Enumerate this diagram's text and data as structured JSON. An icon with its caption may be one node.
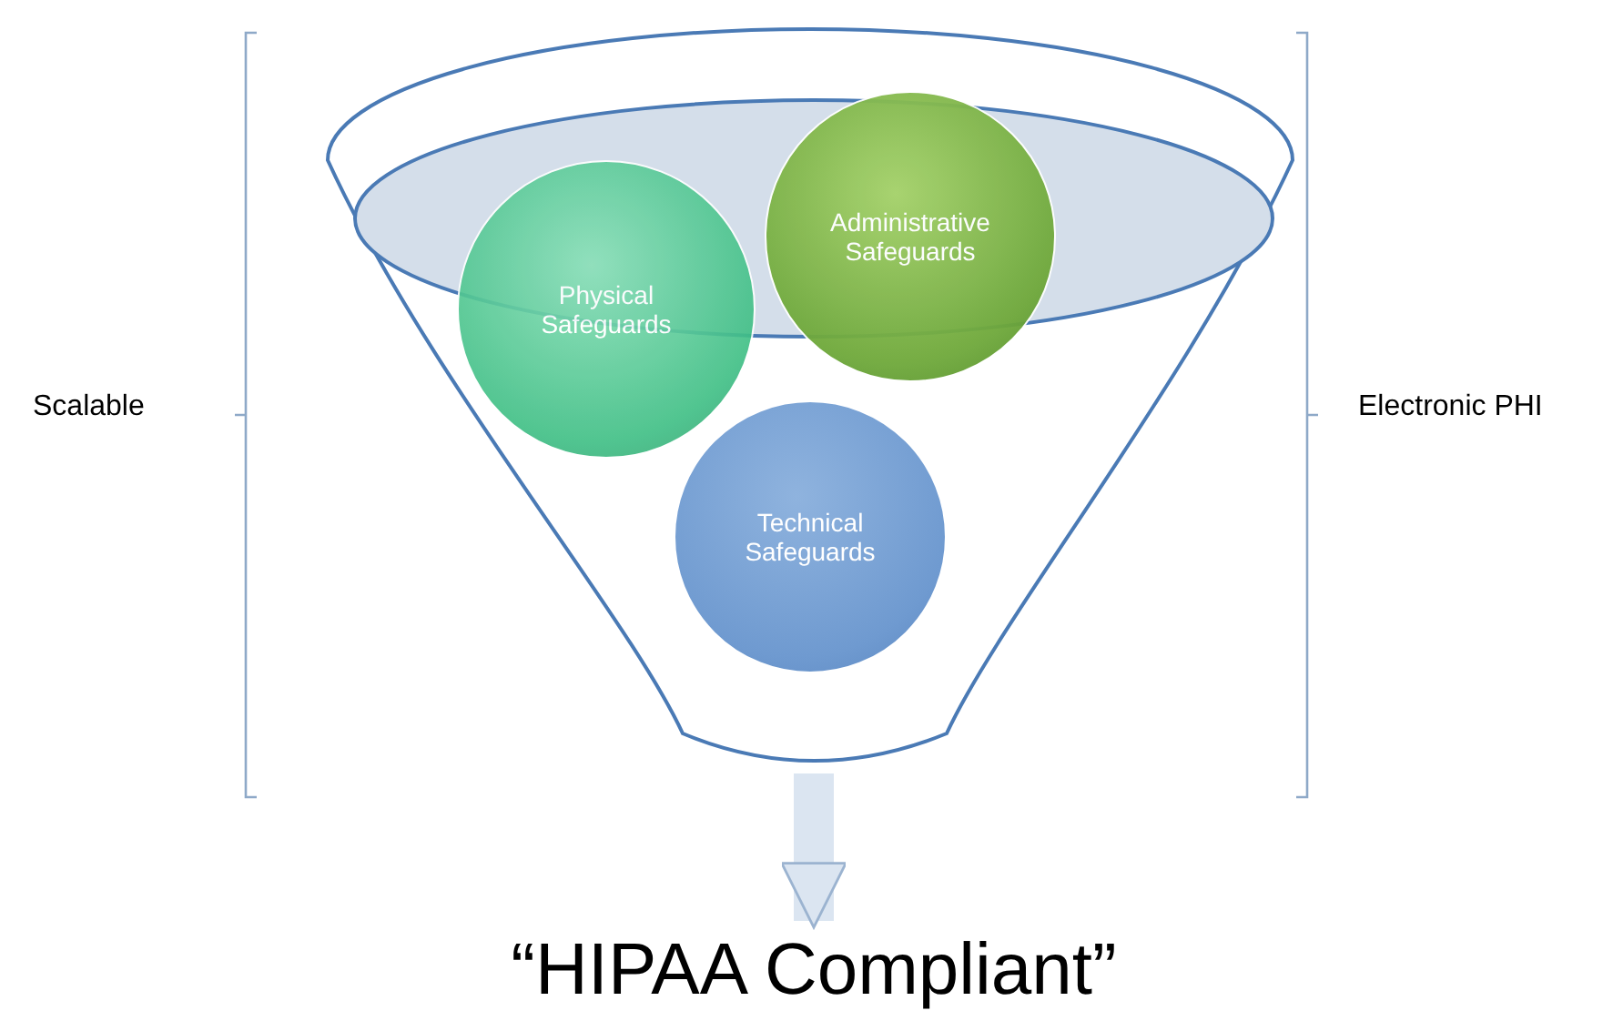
{
  "diagram": {
    "nodes": [
      {
        "text": [],
        "shape": "funnel"
      },
      {
        "text": [
          "Physical Safeguards"
        ],
        "in": 0
      },
      {
        "text": [
          "Administrative Safeguards"
        ],
        "in": 0
      },
      {
        "text": [
          "Technical Safeguards"
        ],
        "in": 0
      },
      {
        "text": [
          "“HIPAA Compliant”"
        ]
      }
    ],
    "edges": [
      {
        "from": 0,
        "to": 4,
        "arrow": "to"
      }
    ],
    "labels": [
      "Scalable",
      "Electronic PHI"
    ]
  }
}
